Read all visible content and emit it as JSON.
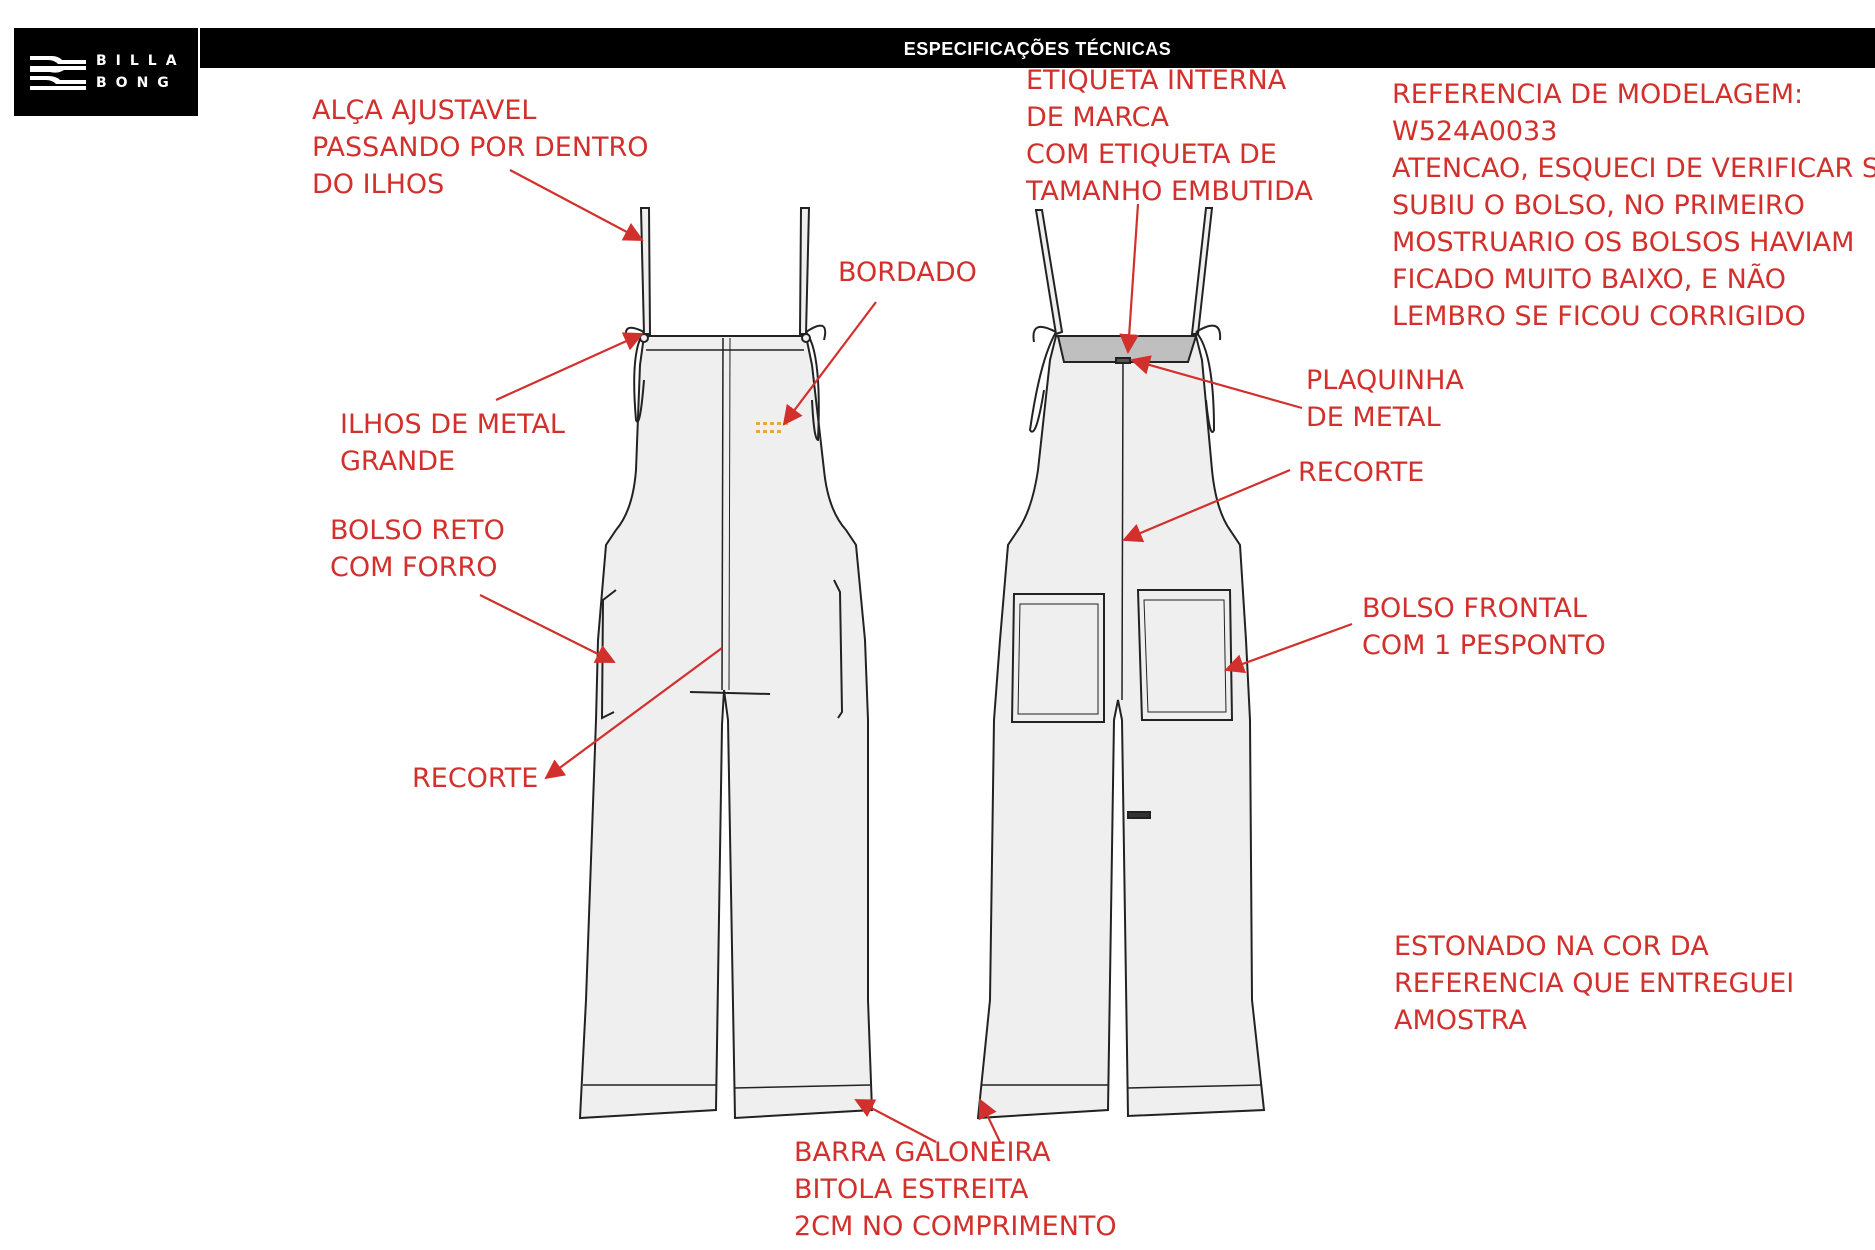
{
  "header": {
    "brand_line1": "BILLA",
    "brand_line2": "BONG",
    "title": "ESPECIFICAÇÕES TÉCNICAS"
  },
  "annotations": {
    "strap": [
      "ALÇA AJUSTAVEL",
      "PASSANDO POR DENTRO",
      "DO ILHOS"
    ],
    "eyelet": [
      "ILHOS DE METAL",
      "GRANDE"
    ],
    "pocket_straight": [
      "BOLSO RETO",
      "COM FORRO"
    ],
    "seam_front": [
      "RECORTE"
    ],
    "embroidery": [
      "BORDADO"
    ],
    "label": [
      "ETIQUETA INTERNA",
      "DE MARCA",
      "COM ETIQUETA DE",
      "TAMANHO EMBUTIDA"
    ],
    "reference": [
      "REFERENCIA DE MODELAGEM:",
      "W524A0033",
      "ATENCAO, ESQUECI DE VERIFICAR SE",
      "SUBIU O BOLSO, NO PRIMEIRO",
      "MOSTRUARIO OS BOLSOS HAVIAM",
      "FICADO MUITO BAIXO, E NÃO",
      "LEMBRO SE FICOU CORRIGIDO"
    ],
    "plate": [
      "PLAQUINHA",
      "DE METAL"
    ],
    "seam_back": [
      "RECORTE"
    ],
    "pocket_front": [
      "BOLSO FRONTAL",
      "COM 1 PESPONTO"
    ],
    "wash": [
      "ESTONADO NA COR DA",
      "REFERENCIA QUE ENTREGUEI",
      "AMOSTRA"
    ],
    "hem": [
      "BARRA GALONEIRA",
      "BITOLA ESTREITA",
      "2CM NO COMPRIMENTO"
    ]
  },
  "colors": {
    "annotation": "#d2302c",
    "garment_fill": "#efefef",
    "outline": "#222222",
    "embroidery": "#e8a838"
  }
}
